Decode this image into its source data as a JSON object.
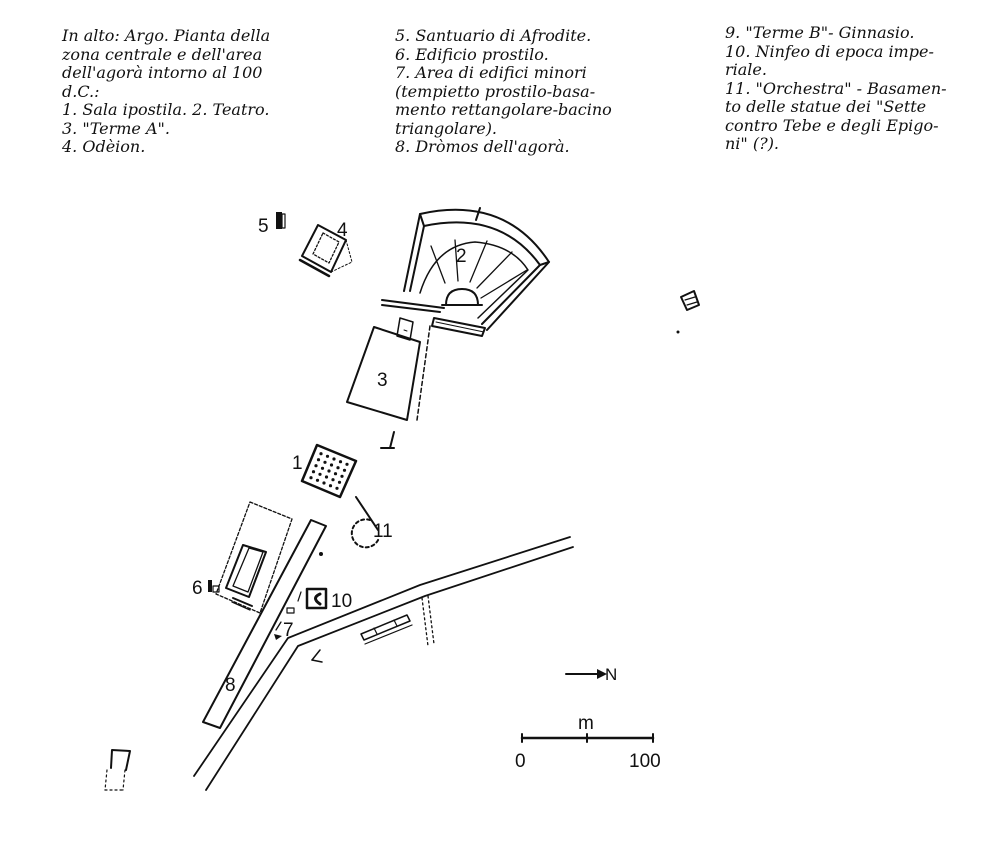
{
  "caption": {
    "col1": [
      "In alto: Argo. Pianta della",
      "zona centrale e dell'area",
      "dell'agorà intorno al 100",
      "d.C.:",
      "1. Sala ipostila. 2. Teatro.",
      "3. \"Terme A\".",
      "4. Odèion."
    ],
    "col2": [
      "5. Santuario di Afrodite.",
      "6. Edificio prostilo.",
      "7. Area di edifici minori",
      "(tempietto prostilo-basa-",
      "mento rettangolare-bacino",
      "triangolare).",
      "8. Dròmos dell'agorà."
    ],
    "col3": [
      "9. \"Terme B\"- Ginnasio.",
      "10. Ninfeo di epoca impe-",
      "riale.",
      "11. \"Orchestra\" - Basamen-",
      "to delle statue dei \"Sette",
      "contro Tebe e degli Epigo-",
      "ni\" (?)."
    ]
  },
  "map_labels": {
    "n1": "1",
    "n2": "2",
    "n3": "3",
    "n4": "4",
    "n5": "5",
    "n6": "6",
    "n7": "7",
    "n8": "8",
    "n10": "10",
    "n11": "11"
  },
  "north_arrow": {
    "label": "N"
  },
  "scale_bar": {
    "unit": "m",
    "min": "0",
    "max": "100"
  },
  "colors": {
    "ink": "#111111",
    "paper": "#ffffff"
  }
}
